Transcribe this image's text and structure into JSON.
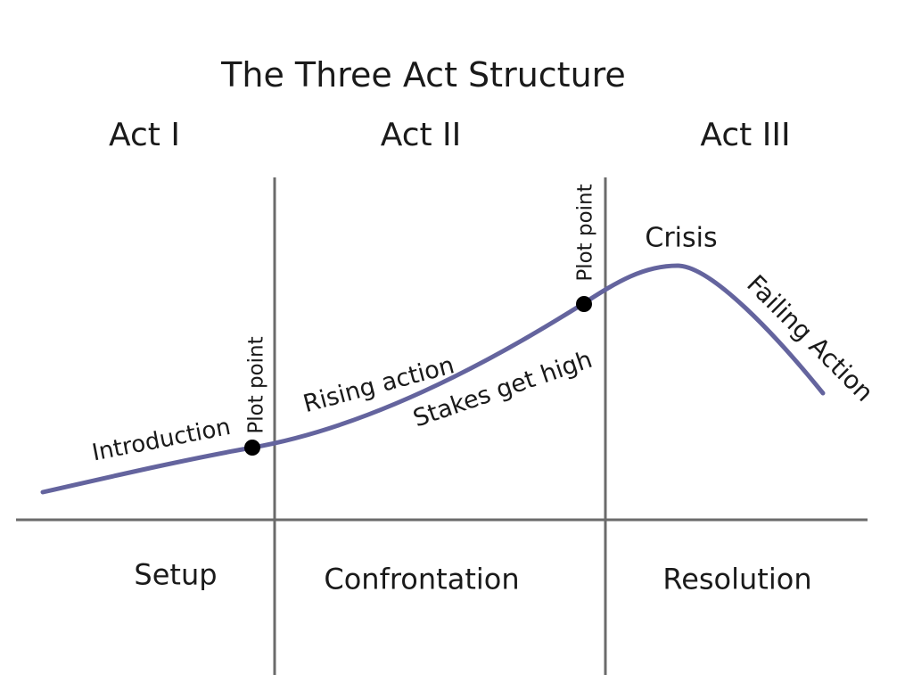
{
  "title": "The Three Act Structure",
  "acts": [
    {
      "label": "Act I",
      "section": "Setup"
    },
    {
      "label": "Act II",
      "section": "Confrontation"
    },
    {
      "label": "Act III",
      "section": "Resolution"
    }
  ],
  "annotations": {
    "introduction": "Introduction",
    "plot_point_1": "Plot point",
    "rising_action": "Rising action",
    "stakes_get_high": "Stakes get high",
    "plot_point_2": "Plot point",
    "crisis": "Crisis",
    "failing_action": "Failing Action"
  },
  "colors": {
    "curve": "#64649e",
    "line": "#6b6b6b",
    "text": "#1a1a1a",
    "dot": "#000000",
    "background": "#ffffff"
  }
}
